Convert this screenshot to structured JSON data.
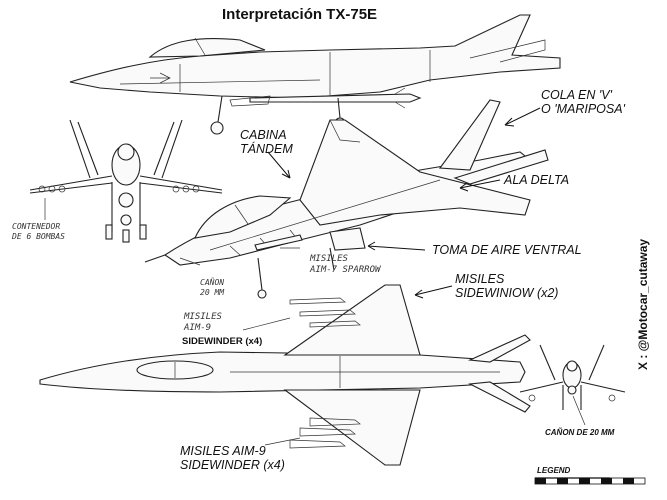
{
  "title": "Interpretación TX-75E",
  "callouts": {
    "cola_v_line1": "COLA EN 'V'",
    "cola_v_line2": "O 'MARIPOSA'",
    "cabina_line1": "CABINA",
    "cabina_line2": "TÁNDEM",
    "ala_delta": "ALA DELTA",
    "toma_aire": "TOMA DE AIRE VENTRAL",
    "misiles_sidewiniow_line1": "MISILES",
    "misiles_sidewiniow_line2": "SIDEWINIOW (x2)",
    "misiles_aim9_bottom_line1": "MISILES AIM-9",
    "misiles_aim9_bottom_line2": "SIDEWINDER (x4)",
    "canon_20mm": "CAÑON DE 20 MM"
  },
  "handwritten": {
    "contenedor_line1": "CONTENEDOR",
    "contenedor_line2": "DE 6 BOMBAS",
    "canon_line1": "CAÑON",
    "canon_line2": "20 MM",
    "misiles_aim7_line1": "MISILES",
    "misiles_aim7_line2": "AIM-7 SPARROW",
    "misiles_aim9_line1": "MISILES",
    "misiles_aim9_line2": "AIM-9",
    "sidewinder_x4": "SIDEWINDER (x4)"
  },
  "legend_label": "LEGEND",
  "credit": "X : @Motocar_cutaway"
}
